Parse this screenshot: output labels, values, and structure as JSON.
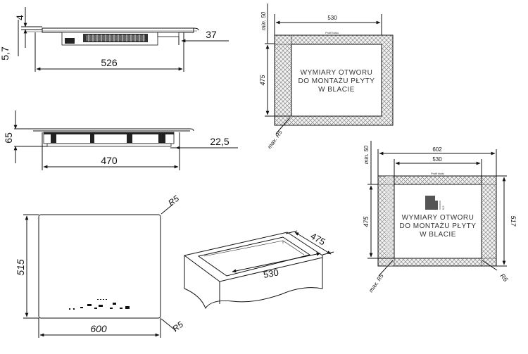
{
  "side_view_1": {
    "height_top": "4",
    "height_total": "5,7",
    "overhang": "37",
    "width": "526"
  },
  "side_view_2": {
    "height": "65",
    "offset": "22,5",
    "width": "470"
  },
  "top_view": {
    "radius_top": "R5",
    "radius_bottom": "R5",
    "height": "515",
    "width": "600"
  },
  "perspective": {
    "depth": "475",
    "width": "530"
  },
  "cutout_flush": {
    "margin_top": "min. 50",
    "width": "530",
    "label_edge": "Profil blatu",
    "height": "475",
    "radius": "max. R5",
    "caption": [
      "WYMIARY OTWORU",
      "DO MONTAŻU PŁYTY",
      "W BLACIE"
    ]
  },
  "cutout_recess": {
    "margin_top": "min. 50",
    "outer_width": "602",
    "inner_width": "530",
    "label_edge": "Profil blatu",
    "step": "6,5",
    "height": "475",
    "outer_height": "517",
    "radius_left": "max. R5",
    "radius_right": "R6",
    "caption": [
      "WYMIARY OTWORU",
      "DO MONTAŻU PŁYTY",
      "W BLACIE"
    ]
  }
}
